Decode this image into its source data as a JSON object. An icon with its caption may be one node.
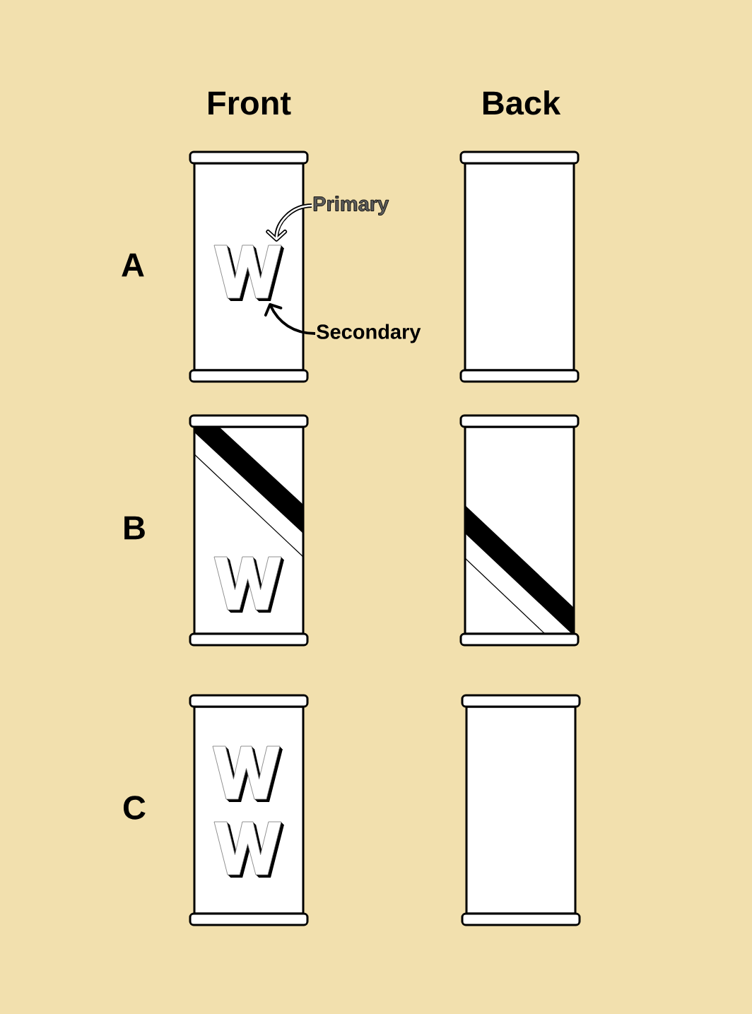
{
  "diagram": {
    "nodes": [
      {
        "text": [
          "Primary"
        ]
      },
      {
        "text": [],
        "shape": "picture"
      },
      {
        "text": [
          "Secondary"
        ]
      }
    ],
    "edges": [
      {
        "from": 0,
        "to": 1,
        "arrow": "to",
        "color": "#ffffff"
      },
      {
        "from": 2,
        "to": 1,
        "arrow": "to",
        "color": "#000000"
      }
    ],
    "labels": [
      "Front",
      "Back",
      "A",
      "B",
      "C"
    ]
  }
}
